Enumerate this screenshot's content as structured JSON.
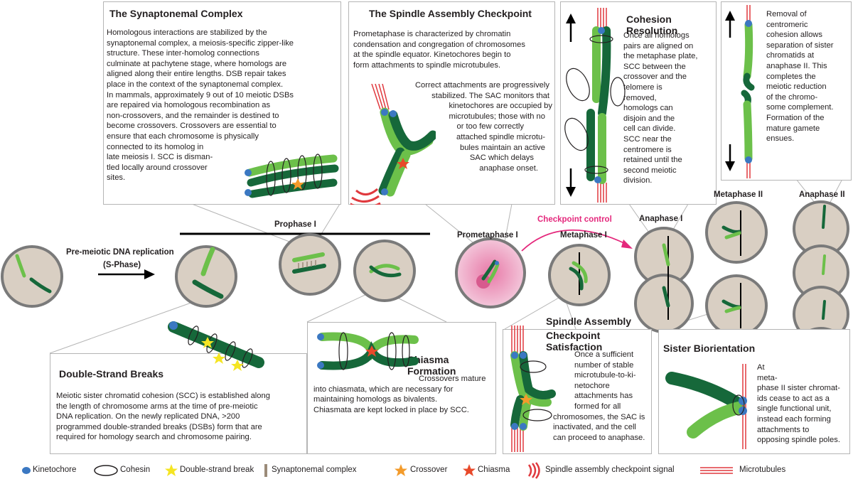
{
  "boxes": {
    "synaptonemal": {
      "title": "The Synaptonemal Complex",
      "lines": [
        "Homologous interactions are stabilized by the",
        "synaptonemal complex, a meiosis-specific zipper-like",
        "structure. These inter-homolog connections",
        "culminate at pachytene stage, where homologs are",
        "aligned along their entire lengths. DSB repair takes",
        "place in the context of the synaptonemal complex.",
        "In mammals, approximately 9 out of 10 meiotic DSBs",
        "are repaired via homologous recombination as",
        "non-crossovers, and the remainder is destined to",
        "become crossovers.  Crossovers are essential to",
        "ensure that each chromosome is physically",
        "connected to its homolog in",
        "late meiosis I. SCC is disman-",
        "tled locally around crossover",
        "sites."
      ]
    },
    "spindle_checkpoint": {
      "title": "The Spindle Assembly Checkpoint",
      "lines_top": [
        "Prometaphase is characterized by chromatin",
        "condensation and congregation of chromosomes",
        "at the spindle equator. Kinetochores begin to",
        "form attachments to spindle microtubules."
      ],
      "lines_right": [
        "Correct attachments are progressively",
        "stabilized.  The SAC monitors that",
        "kinetochores are occupied by",
        "microtubules; those with no",
        "or too few correctly",
        "attached spindle microtu-",
        "bules maintain an active",
        "SAC which delays",
        "anaphase onset."
      ]
    },
    "cohesion_resolution": {
      "title": "Cohesion Resolution",
      "lines": [
        "Once all homologs",
        "pairs are aligned on",
        "the metaphase plate,",
        "SCC between the",
        "crossover and the",
        "telomere is",
        "removed,",
        "homologs can",
        "disjoin and the",
        "cell can divide.",
        "SCC near the",
        "centromere is",
        "retained until the",
        "second meiotic",
        "division."
      ]
    },
    "centromeric": {
      "lines": [
        "Removal of",
        "centromeric",
        "cohesion allows",
        "separation of sister",
        "chromatids at",
        "anaphase II. This",
        "completes the",
        "meiotic reduction",
        "of the chromo-",
        "some complement.",
        "Formation of the",
        "mature gamete",
        "ensues."
      ]
    },
    "dsb": {
      "title": "Double-Strand Breaks",
      "lines": [
        "Meiotic sister chromatid cohesion (SCC) is established along",
        "the length of chromosome arms at the time of pre-meiotic",
        "DNA replication. On the newly replicated DNA, >200",
        "programmed double-stranded breaks (DSBs) form that are",
        "required for homology search and chromosome pairing."
      ]
    },
    "chiasma": {
      "title": "Chiasma Formation",
      "lines": [
        "Crossovers mature",
        "into chiasmata, which are necessary for",
        "maintaining homologs as bivalents.",
        "Chiasmata are kept locked in place by SCC."
      ]
    },
    "sac_satisfaction": {
      "title_lines": [
        "Spindle Assembly",
        "Checkpoint Satisfaction"
      ],
      "lines": [
        "Once a sufficient",
        "number of stable",
        "microtubule-to-ki-",
        "netochore",
        "attachments has",
        "formed for all",
        "chromosomes, the SAC is",
        "inactivated, and the cell",
        "can proceed to anaphase."
      ]
    },
    "sister_biorientation": {
      "title": "Sister Biorientation",
      "lines": [
        "At",
        "meta-",
        "phase II sister chromat-",
        "ids cease to act as a",
        "single functional unit,",
        "instead each forming",
        "attachments to",
        "opposing spindle poles."
      ]
    }
  },
  "stages": {
    "premeiotic": "Pre-meiotic DNA replication",
    "sphase": "(S-Phase)",
    "prophase1": "Prophase I",
    "prometaphase1": "Prometaphase I",
    "metaphase1": "Metaphase I",
    "anaphase1": "Anaphase I",
    "metaphase2": "Metaphase II",
    "anaphase2": "Anaphase II",
    "checkpoint_control": "Checkpoint control"
  },
  "legend": [
    {
      "label": "Kinetochore",
      "icon": "kinetochore-icon"
    },
    {
      "label": "Cohesin",
      "icon": "cohesin-icon"
    },
    {
      "label": "Double-strand break",
      "icon": "dsb-star-icon"
    },
    {
      "label": "Synaptonemal complex",
      "icon": "synaptonemal-bar-icon"
    },
    {
      "label": "Crossover",
      "icon": "crossover-star-icon"
    },
    {
      "label": "Chiasma",
      "icon": "chiasma-star-icon"
    },
    {
      "label": "Spindle assembly checkpoint signal",
      "icon": "sac-signal-icon"
    },
    {
      "label": "Microtubules",
      "icon": "microtubules-icon"
    }
  ],
  "colors": {
    "light_green": "#6cc04a",
    "dark_green": "#16683a",
    "cell_fill": "#d9cfc3",
    "cell_border": "#7a7a7a",
    "kinetochore": "#3b78c2",
    "microtubule": "#e0393e",
    "checkpoint": "#e4287c",
    "prometaphase_fill": "#f0bcd5",
    "cohesin": "#231f20",
    "dsb": "#f5e523",
    "crossover": "#f39b2b",
    "chiasma": "#e8492a",
    "synaptonemal": "#9b8b79"
  }
}
